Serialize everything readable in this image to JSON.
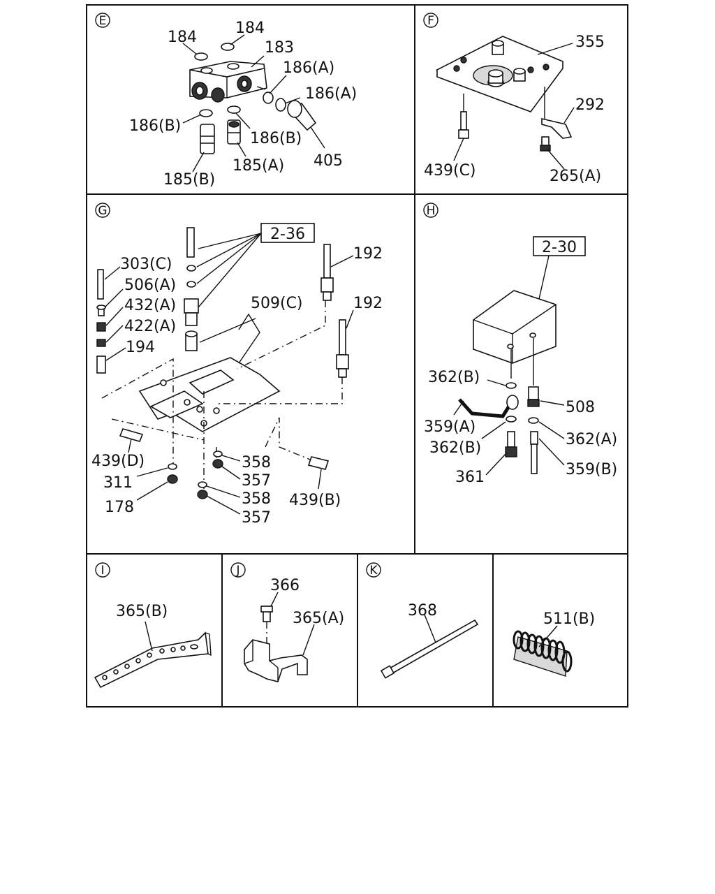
{
  "sections": {
    "E": {
      "id": "E",
      "callouts": [
        "184",
        "184",
        "183",
        "186(A)",
        "186(A)",
        "186(B)",
        "186(B)",
        "405",
        "185(A)",
        "185(B)"
      ]
    },
    "F": {
      "id": "F",
      "callouts": [
        "355",
        "292",
        "439(C)",
        "265(A)"
      ]
    },
    "G": {
      "id": "G",
      "ref": "2-36",
      "callouts": [
        "192",
        "192",
        "303(C)",
        "506(A)",
        "432(A)",
        "422(A)",
        "194",
        "509(C)",
        "439(D)",
        "311",
        "178",
        "358",
        "357",
        "358",
        "357",
        "439(B)"
      ]
    },
    "H": {
      "id": "H",
      "ref": "2-30",
      "callouts": [
        "362(B)",
        "508",
        "359(A)",
        "362(B)",
        "362(A)",
        "361",
        "359(B)"
      ]
    },
    "I": {
      "id": "I",
      "callouts": [
        "365(B)"
      ]
    },
    "J": {
      "id": "J",
      "callouts": [
        "366",
        "365(A)"
      ]
    },
    "K": {
      "id": "K",
      "callouts": [
        "368"
      ]
    },
    "L": {
      "callouts": [
        "511(B)"
      ]
    }
  }
}
